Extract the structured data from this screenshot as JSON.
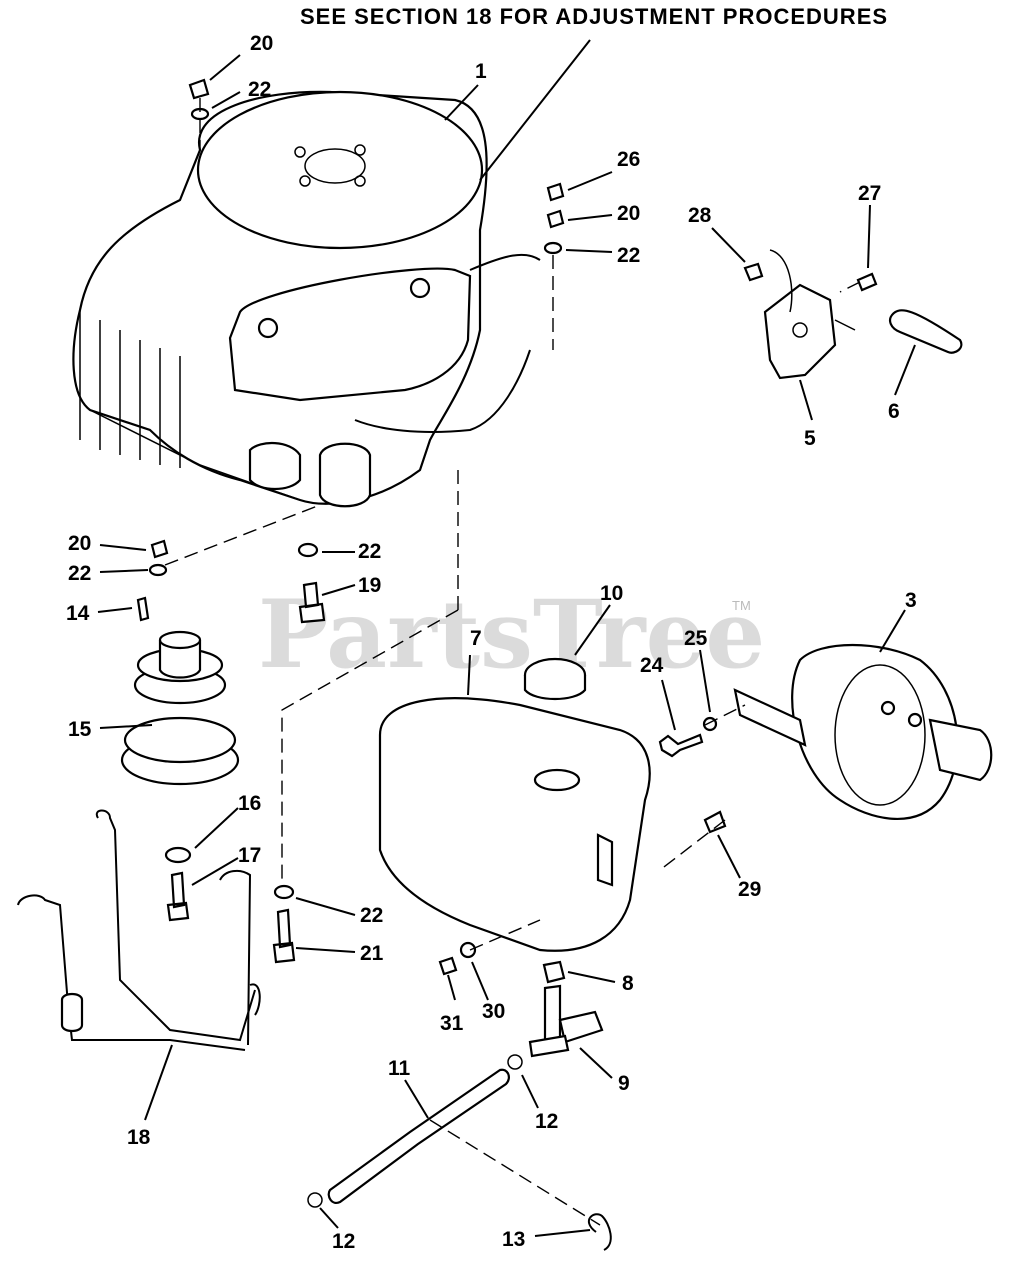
{
  "header": {
    "note": "SEE SECTION 18 FOR ADJUSTMENT PROCEDURES"
  },
  "watermark": {
    "brand": "PartsTree",
    "mark": "TM"
  },
  "callouts": [
    "1",
    "3",
    "5",
    "6",
    "7",
    "8",
    "9",
    "10",
    "11",
    "12",
    "12",
    "13",
    "14",
    "15",
    "16",
    "17",
    "18",
    "19",
    "20",
    "20",
    "20",
    "21",
    "22",
    "22",
    "22",
    "22",
    "22",
    "24",
    "25",
    "26",
    "27",
    "28",
    "29",
    "30",
    "31"
  ]
}
